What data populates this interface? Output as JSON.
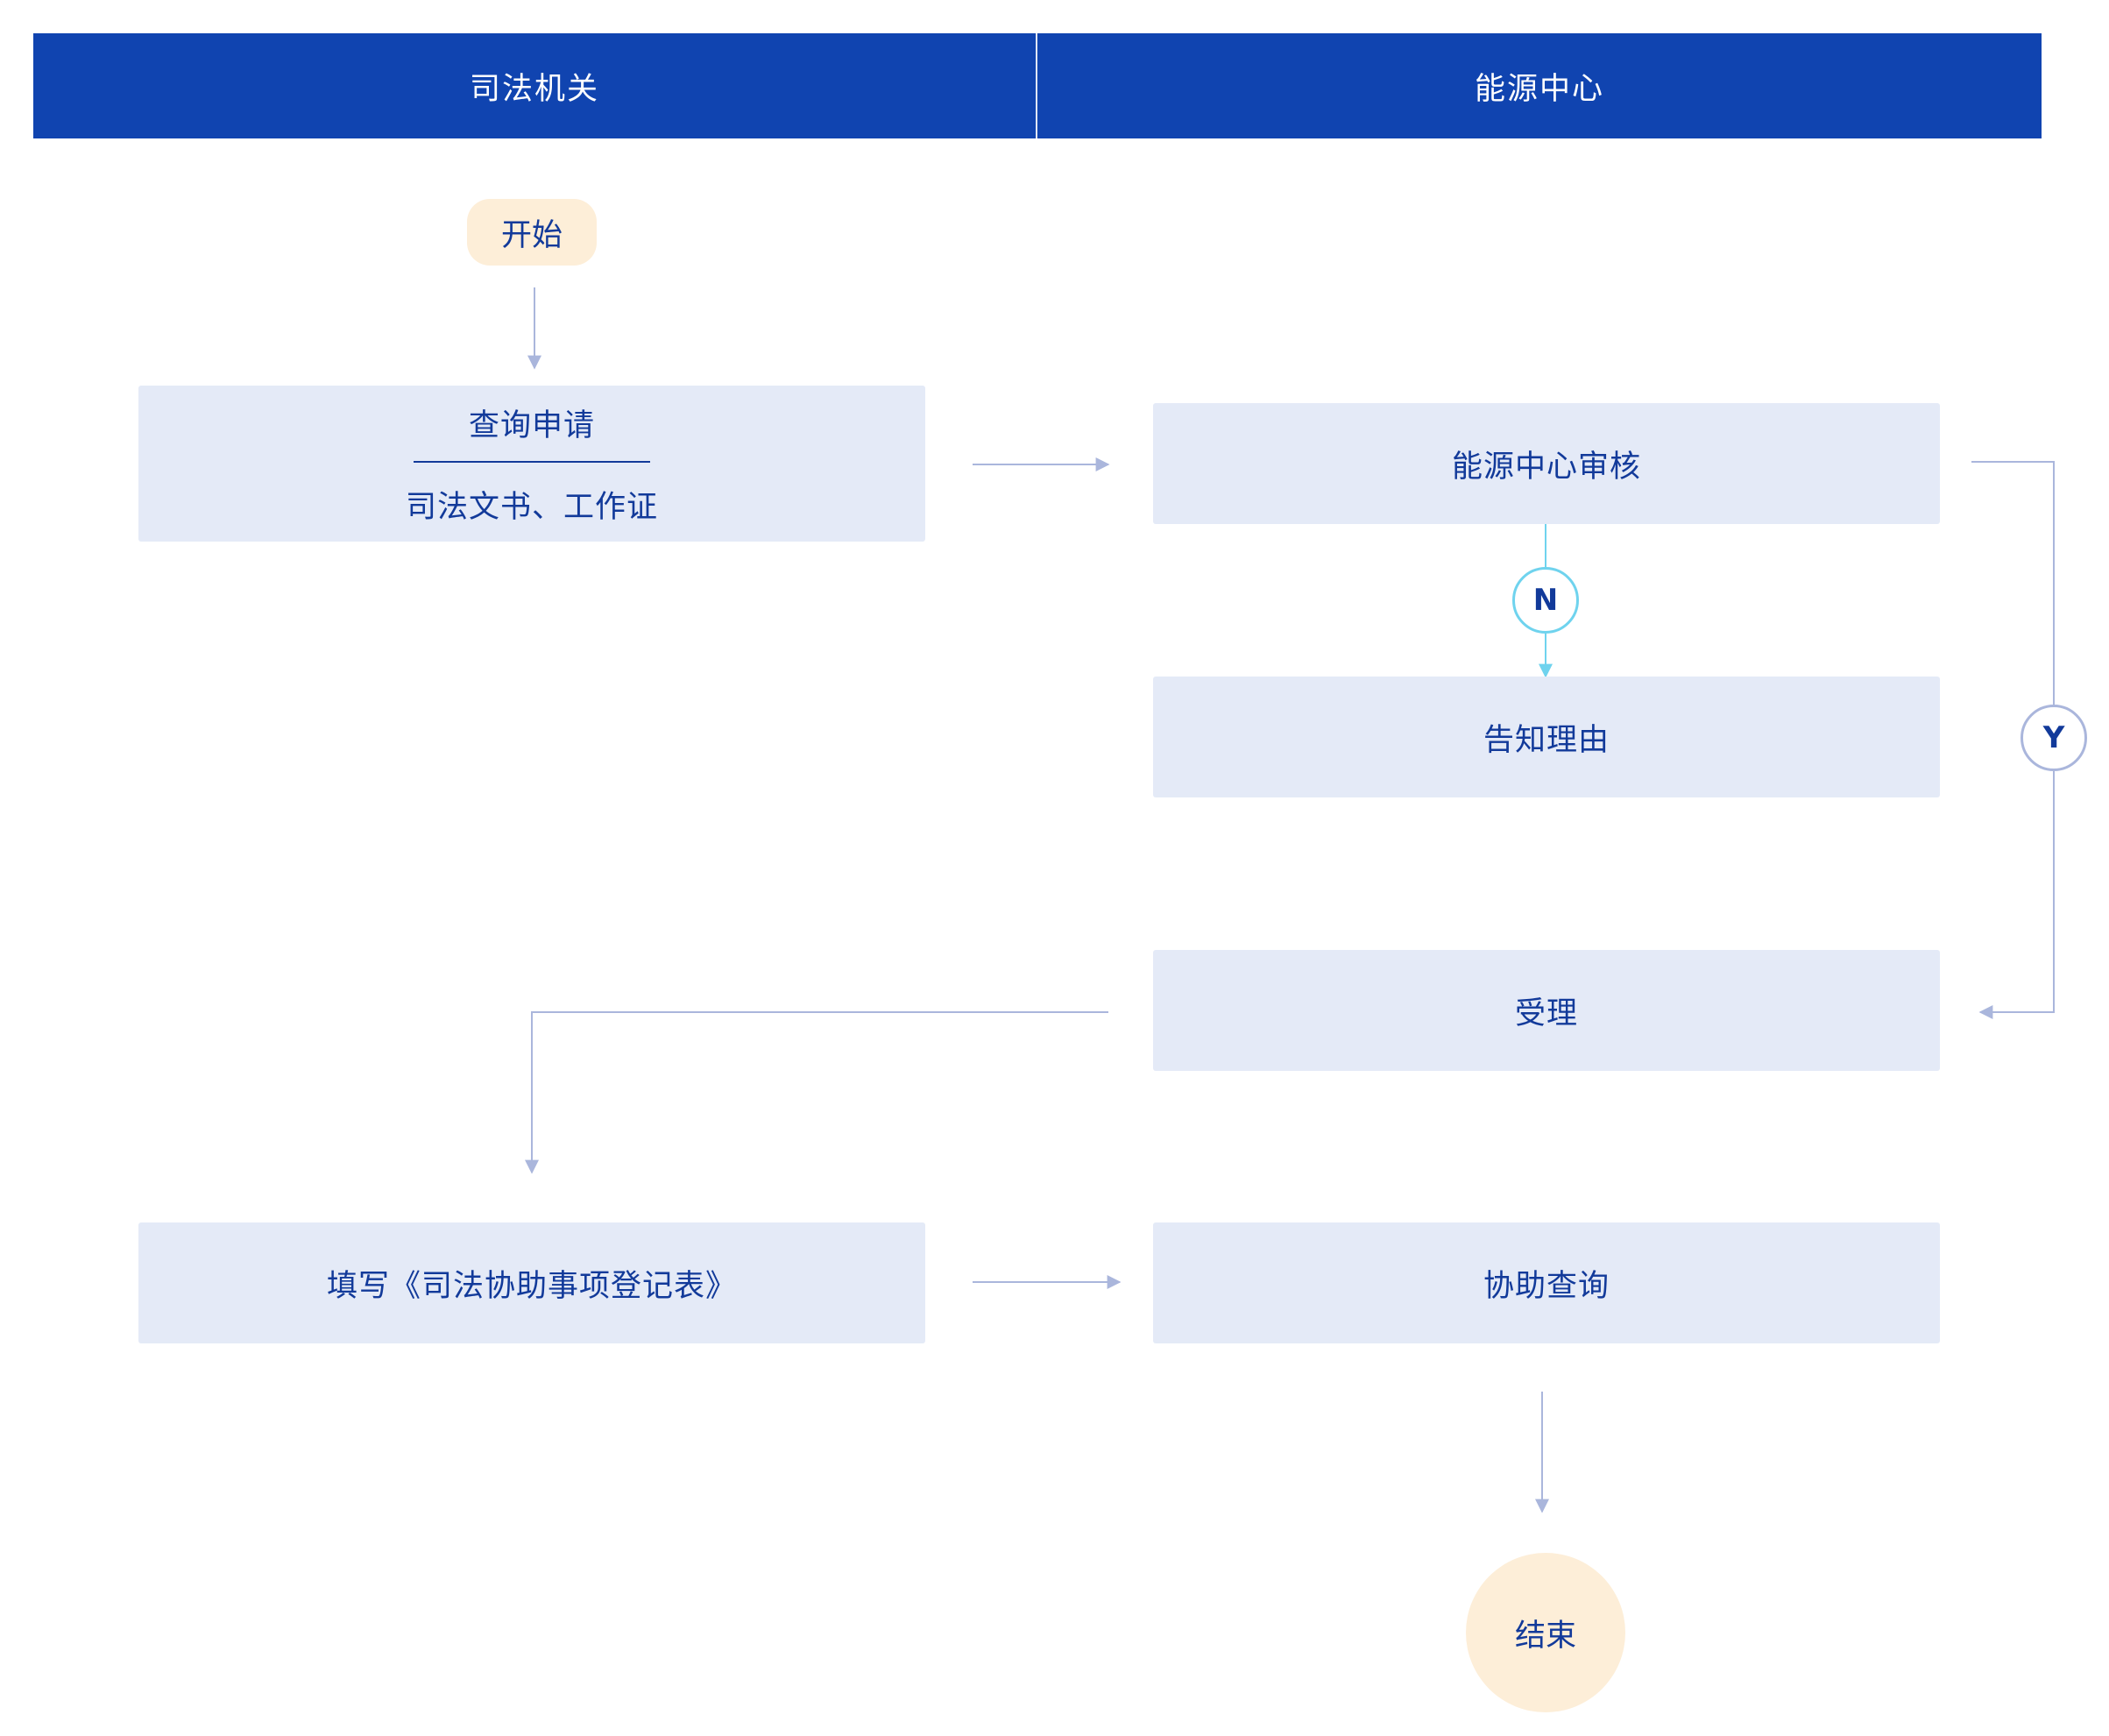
{
  "lanes": {
    "left": "司法机关",
    "right": "能源中心"
  },
  "nodes": {
    "start": "开始",
    "apply_title": "查询申请",
    "apply_sub": "司法文书、工作证",
    "review": "能源中心审核",
    "notify": "告知理由",
    "accept": "受理",
    "fill_form": "填写《司法协助事项登记表》",
    "assist": "协助查询",
    "end": "结束"
  },
  "badges": {
    "no": "N",
    "yes": "Y"
  },
  "colors": {
    "header": "#1044b0",
    "box_fill": "#e4eaf7",
    "text": "#123a9a",
    "terminal_fill": "#fdeed8",
    "connector": "#aab6dc",
    "no_branch": "#6fd3ee"
  }
}
